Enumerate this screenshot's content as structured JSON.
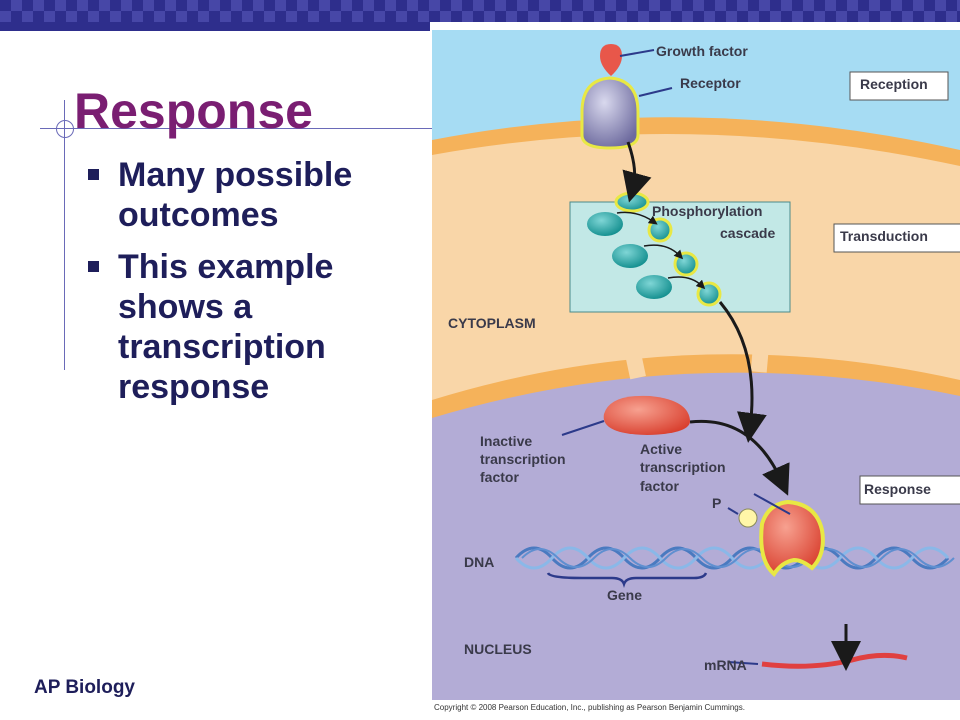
{
  "slide": {
    "title": "Response",
    "bullets": [
      "Many possible outcomes",
      "This example shows a transcription response"
    ],
    "footer": "AP Biology"
  },
  "figure": {
    "labels": {
      "growth_factor": "Growth factor",
      "receptor": "Receptor",
      "reception": "Reception",
      "phosphorylation": "Phosphorylation",
      "cascade": "cascade",
      "transduction": "Transduction",
      "cytoplasm": "CYTOPLASM",
      "inactive_1": "Inactive",
      "inactive_2": "transcription",
      "inactive_3": "factor",
      "active_1": "Active",
      "active_2": "transcription",
      "active_3": "factor",
      "response": "Response",
      "p": "P",
      "dna": "DNA",
      "gene": "Gene",
      "nucleus": "NUCLEUS",
      "mrna": "mRNA"
    },
    "copyright": "Copyright © 2008 Pearson Education, Inc., publishing as Pearson Benjamin Cummings."
  },
  "colors": {
    "title": "#7a1e72",
    "bullet_text": "#1e1e5a",
    "top_bar": "#2e2e8c",
    "extracellular": "#a6dcf3",
    "membrane": "#f5b25a",
    "cytoplasm": "#f9d6a8",
    "nucleus": "#b3acd6",
    "kinase": "#1aa3a3",
    "transcription_factor": "#e8574a"
  }
}
